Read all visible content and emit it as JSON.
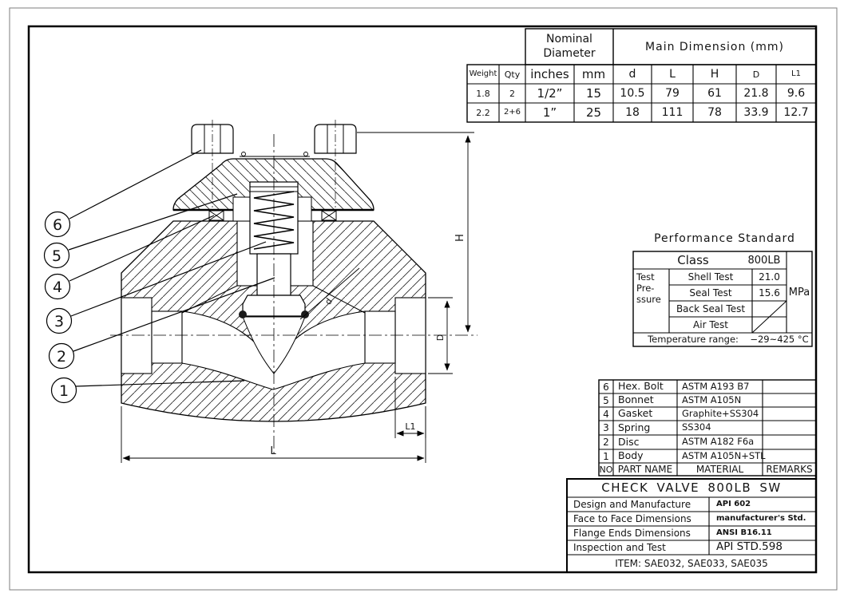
{
  "dim_table": {
    "nominal_line1": "Nominal",
    "nominal_line2": "Diameter",
    "main_header": "Main Dimension (mm)",
    "col_headers": [
      "Weight",
      "Qty",
      "inches",
      "mm",
      "d",
      "L",
      "H",
      "D",
      "L1"
    ],
    "rows": [
      [
        "1.8",
        "2",
        "1/2”",
        "15",
        "10.5",
        "79",
        "61",
        "21.8",
        "9.6"
      ],
      [
        "2.2",
        "2+6",
        "1”",
        "25",
        "18",
        "111",
        "78",
        "33.9",
        "12.7"
      ]
    ]
  },
  "performance": {
    "title": "Performance Standard",
    "class_label": "Class",
    "class_value": "800LB",
    "pressure_lines": [
      "Test",
      "Pre-",
      "ssure"
    ],
    "tests": [
      {
        "name": "Shell Test",
        "value": "21.0"
      },
      {
        "name": "Seal Test",
        "value": "15.6"
      },
      {
        "name": "Back Seal Test",
        "value": ""
      },
      {
        "name": "Air Test",
        "value": ""
      }
    ],
    "unit": "MPa",
    "temp_label": "Temperature range:",
    "temp_value": "−29~425 °C"
  },
  "parts_list": {
    "rows": [
      {
        "no": "6",
        "name": "Hex. Bolt",
        "material": "ASTM A193 B7",
        "remarks": ""
      },
      {
        "no": "5",
        "name": "Bonnet",
        "material": "ASTM A105N",
        "remarks": ""
      },
      {
        "no": "4",
        "name": "Gasket",
        "material": "Graphite+SS304",
        "remarks": ""
      },
      {
        "no": "3",
        "name": "Spring",
        "material": "SS304",
        "remarks": ""
      },
      {
        "no": "2",
        "name": "Disc",
        "material": "ASTM A182 F6a",
        "remarks": ""
      },
      {
        "no": "1",
        "name": "Body",
        "material": "ASTM A105N+STL",
        "remarks": ""
      }
    ],
    "footer": {
      "no": "NO",
      "name": "PART NAME",
      "material": "MATERIAL",
      "remarks": "REMARKS"
    }
  },
  "title_block": {
    "title": "CHECK VALVE 800LB SW",
    "rows": [
      {
        "label": "Design and Manufacture",
        "value": "API 602"
      },
      {
        "label": "Face to Face Dimensions",
        "value": "manufacturer's Std."
      },
      {
        "label": "Flange Ends Dimensions",
        "value": "ANSI B16.11"
      },
      {
        "label": "Inspection and Test",
        "value": "API STD.598"
      }
    ],
    "item_line": "ITEM: SAE032, SAE033, SAE035"
  },
  "drawing": {
    "balloons": [
      "6",
      "5",
      "4",
      "3",
      "2",
      "1"
    ],
    "dims": {
      "H": "H",
      "D": "D",
      "L": "L",
      "L1": "L1",
      "d": "d"
    }
  }
}
